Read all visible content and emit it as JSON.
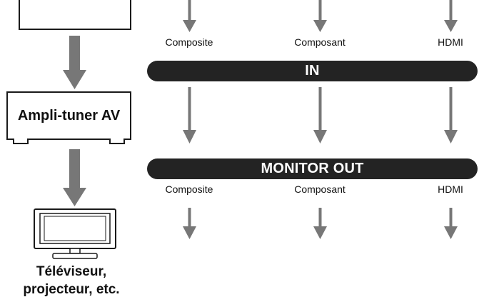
{
  "labels": {
    "top_row": [
      "Composite",
      "Composant",
      "HDMI"
    ],
    "bottom_row": [
      "Composite",
      "Composant",
      "HDMI"
    ]
  },
  "bars": {
    "in": "IN",
    "monitor_out": "MONITOR OUT"
  },
  "devices": {
    "amp": "Ampli-tuner AV",
    "tv_line1": "Téléviseur,",
    "tv_line2": "projecteur, etc."
  },
  "colors": {
    "arrow": "#777777",
    "bar": "#232323",
    "outline": "#1a1a1a"
  }
}
